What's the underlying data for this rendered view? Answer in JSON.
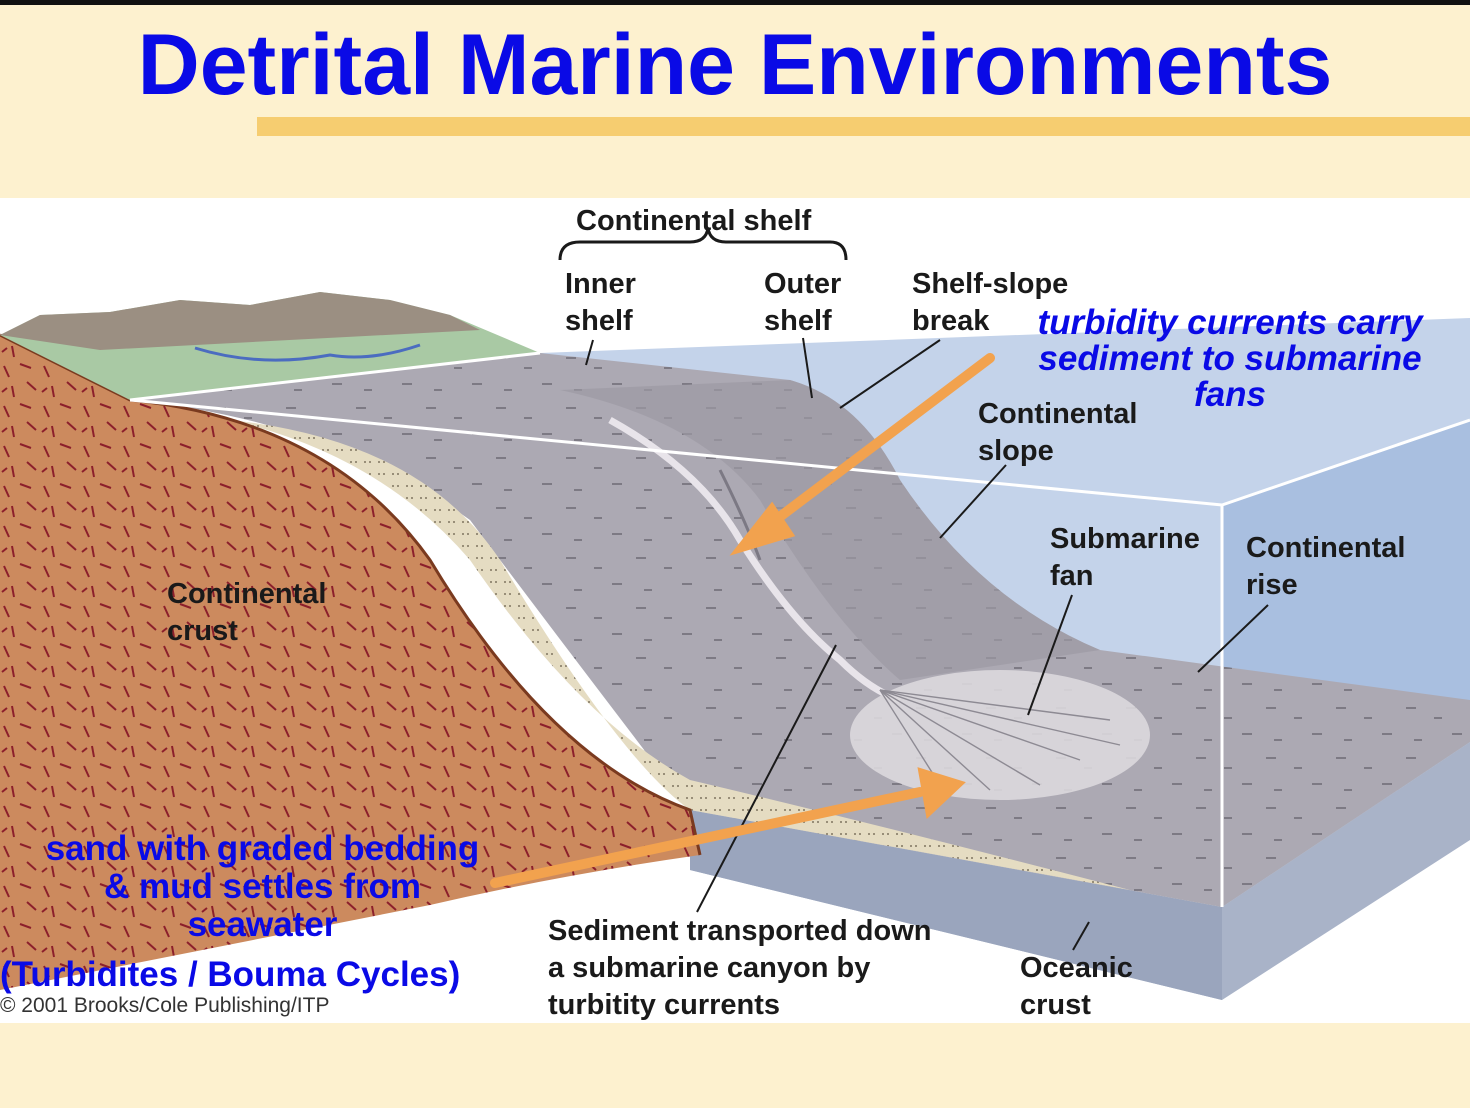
{
  "title": "Detrital Marine Environments",
  "labels": {
    "continental_shelf": "Continental shelf",
    "inner_shelf": "Inner\nshelf",
    "outer_shelf": "Outer\nshelf",
    "shelf_slope_break": "Shelf-slope\nbreak",
    "continental_slope": "Continental\nslope",
    "submarine_fan": "Submarine\nfan",
    "continental_rise": "Continental\nrise",
    "continental_crust": "Continental\ncrust",
    "oceanic_crust": "Oceanic\ncrust",
    "sediment_transport": "Sediment transported down\na submarine canyon by\nturbitity currents"
  },
  "annotations": {
    "turbidity": "turbidity currents carry\nsediment to submarine\nfans",
    "sand": "sand with graded bedding\n& mud settles from\nseawater",
    "turbidites": "(Turbidites / Bouma Cycles)"
  },
  "copyright": "© 2001 Brooks/Cole Publishing/ITP",
  "colors": {
    "title": "#0a0ae6",
    "title_bar": "#f6cd70",
    "background": "#fdf1cf",
    "arrow": "#f2a24e",
    "crust": "#cc8a5e",
    "water": "#c4d3ea",
    "seafloor": "#a9a6b0"
  }
}
